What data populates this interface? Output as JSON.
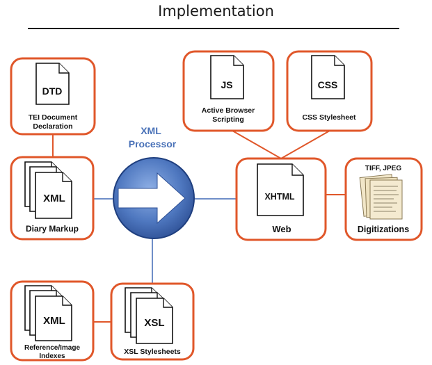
{
  "title": "Implementation",
  "processor": {
    "line1": "XML",
    "line2": "Processor"
  },
  "nodes": {
    "dtd": {
      "doc_label": "DTD",
      "caption_line1": "TEI Document",
      "caption_line2": "Declaration"
    },
    "diary": {
      "doc_label": "XML",
      "caption": "Diary Markup"
    },
    "reference": {
      "doc_label": "XML",
      "caption_line1": "Reference/Image",
      "caption_line2": "Indexes"
    },
    "xsl": {
      "doc_label": "XSL",
      "caption": "XSL Stylesheets"
    },
    "js": {
      "doc_label": "JS",
      "caption_line1": "Active Browser",
      "caption_line2": "Scripting"
    },
    "css": {
      "doc_label": "CSS",
      "caption": "CSS Stylesheet"
    },
    "web": {
      "doc_label": "XHTML",
      "caption": "Web"
    },
    "digitizations": {
      "top_label": "TIFF, JPEG",
      "caption": "Digitizations"
    }
  },
  "colors": {
    "box_border": "#e0572a",
    "processor_fill": "#4a72b8",
    "processor_label": "#4a72b8",
    "connector_blue": "#6f8ec8"
  }
}
